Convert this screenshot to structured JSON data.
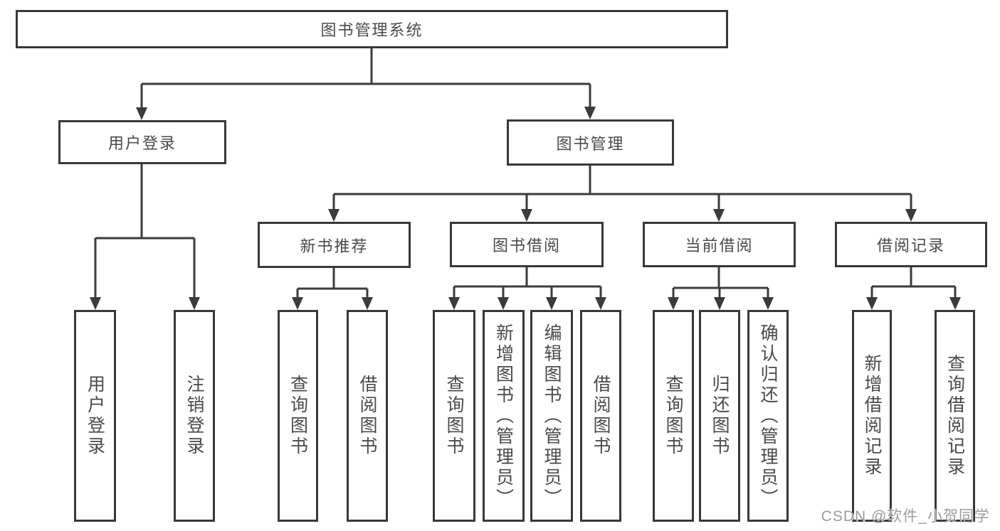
{
  "diagram": {
    "root": {
      "label": "图书管理系统"
    },
    "branches": [
      {
        "label": "用户登录",
        "children": [
          {
            "label": "用户登录"
          },
          {
            "label": "注销登录"
          }
        ]
      },
      {
        "label": "图书管理",
        "children": [
          {
            "label": "新书推荐",
            "children": [
              {
                "label": "查询图书"
              },
              {
                "label": "借阅图书"
              }
            ]
          },
          {
            "label": "图书借阅",
            "children": [
              {
                "label": "查询图书"
              },
              {
                "label": "新增图书（管理员）"
              },
              {
                "label": "编辑图书（管理员）"
              },
              {
                "label": "借阅图书"
              }
            ]
          },
          {
            "label": "当前借阅",
            "children": [
              {
                "label": "查询图书"
              },
              {
                "label": "归还图书"
              },
              {
                "label": "确认归还（管理员）"
              }
            ]
          },
          {
            "label": "借阅记录",
            "children": [
              {
                "label": "新增借阅记录"
              },
              {
                "label": "查询借阅记录"
              }
            ]
          }
        ]
      }
    ]
  },
  "watermark": {
    "text": "CSDN @软件_小贺同学"
  },
  "colors": {
    "line": "#3b3b3b",
    "text": "#4a4a4a",
    "background": "#ffffff",
    "watermark": "#9b9b9b"
  }
}
